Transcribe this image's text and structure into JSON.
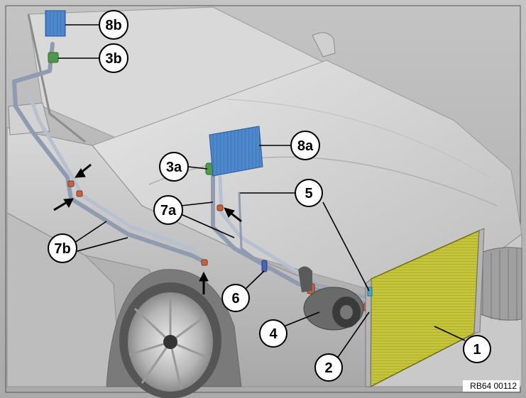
{
  "diagram": {
    "callouts": [
      {
        "id": "c1",
        "label": "1"
      },
      {
        "id": "c2",
        "label": "2"
      },
      {
        "id": "c3a",
        "label": "3a"
      },
      {
        "id": "c3b",
        "label": "3b"
      },
      {
        "id": "c4",
        "label": "4"
      },
      {
        "id": "c5",
        "label": "5"
      },
      {
        "id": "c6",
        "label": "6"
      },
      {
        "id": "c7a",
        "label": "7a"
      },
      {
        "id": "c7b",
        "label": "7b"
      },
      {
        "id": "c8a",
        "label": "8a"
      },
      {
        "id": "c8b",
        "label": "8b"
      }
    ],
    "reference_code": "RB64 00112",
    "colors": {
      "background": "#b9b9b9",
      "car_body": "#cfcfcf",
      "condenser": "#c9c93a",
      "evaporator": "#4a83c9",
      "pipe": "#9aa6b8",
      "fitting": "#c8623a"
    }
  }
}
